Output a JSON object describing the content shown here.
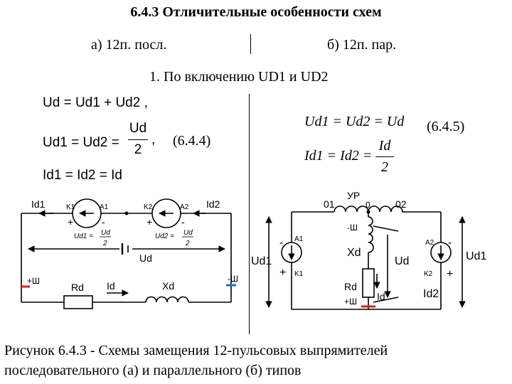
{
  "title": "6.4.3 Отличительные особенности схем",
  "subtitle_a": "а) 12п. посл.",
  "subtitle_b": "б) 12п. пар.",
  "section": "1. По включению UD1 и UD2",
  "left_eq": {
    "line1": "Ud = Ud1 + Ud2 ,",
    "line2_lhs": "Ud1 = Ud2 =",
    "line2_num": "Ud",
    "line2_den": "2",
    "line2_comma": ",",
    "label": "(6.4.4)",
    "line3": "Id1 = Id2 = Id"
  },
  "right_eq": {
    "line1": "Ud1 = Ud2 = Ud",
    "label": "(6.4.5)",
    "line2_lhs": "Id1 = Id2 =",
    "line2_num": "Id",
    "line2_den": "2"
  },
  "circuit_a": {
    "id1": "Id1",
    "id2": "Id2",
    "k1": "K1",
    "a1": "A1",
    "k2": "K2",
    "a2": "A2",
    "plus": "+",
    "minus": "-",
    "ud1": "Ud1 =",
    "ud2": "Ud2 =",
    "ud_half_num": "Ud",
    "ud_half_den": "2",
    "ud": "Ud",
    "plus_sh": "+Ш",
    "minus_sh": "-Ш",
    "rd": "Rd",
    "id": "Id",
    "xd": "Xd"
  },
  "circuit_b": {
    "node01": "01",
    "ur": "УР",
    "node0": "0",
    "node02": "02",
    "minus_sh": "-Ш",
    "xd": "Xd",
    "rd": "Rd",
    "plus_sh": "+Ш",
    "id": "Id",
    "ud1": "Ud1",
    "a1": "A1",
    "k1": "K1",
    "minus": "-",
    "plus": "+",
    "ud": "Ud",
    "a2": "A2",
    "k2": "K2",
    "ud1_right": "Ud1",
    "id2": "Id2"
  },
  "caption_line1": "Рисунок 6.4.3 - Схемы замещения 12-пульсовых выпрямителей",
  "caption_line2": "последовательного (а) и параллельного (б) типов"
}
